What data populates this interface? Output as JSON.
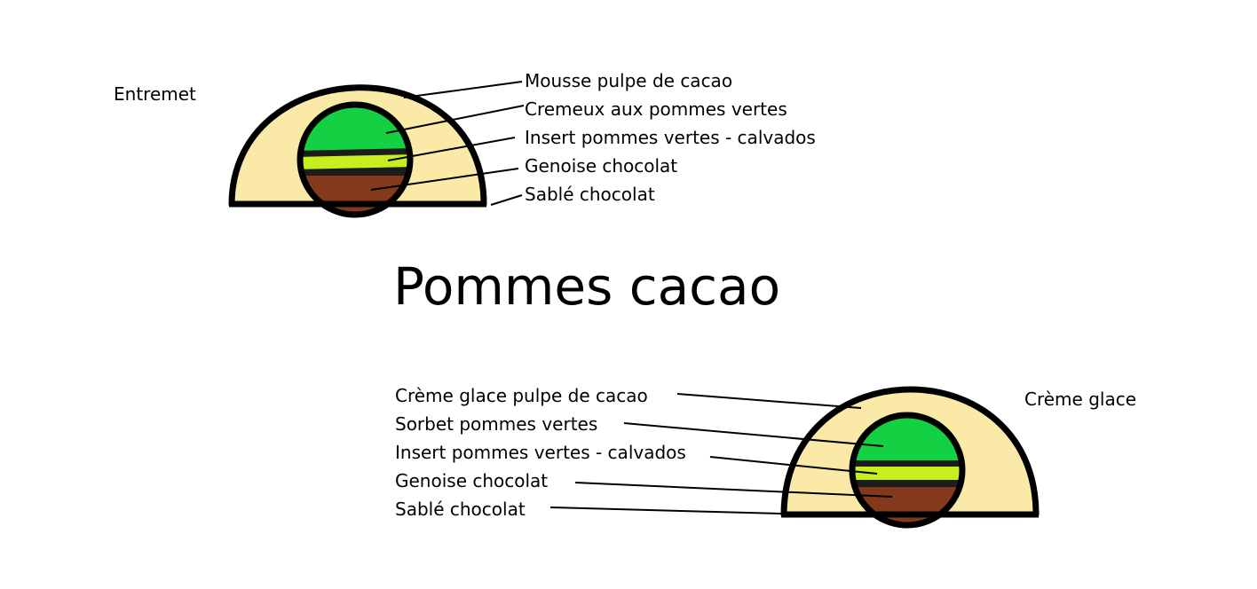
{
  "title": "Pommes cacao",
  "colors": {
    "mousse": "#fbe9a7",
    "cremeux": "#13d142",
    "insert": "#c5f01e",
    "genoise": "#1c1c1c",
    "sable": "#85391c",
    "outline": "#000000"
  },
  "entremet": {
    "heading": "Entremet",
    "layers": [
      "Mousse pulpe de cacao",
      "Cremeux aux pommes vertes",
      "Insert pommes vertes - calvados",
      "Genoise chocolat",
      "Sablé chocolat"
    ]
  },
  "creme_glace": {
    "heading": "Crème glace",
    "layers": [
      "Crème glace pulpe de cacao",
      "Sorbet pommes vertes",
      "Insert pommes vertes - calvados",
      "Genoise chocolat",
      "Sablé chocolat"
    ]
  }
}
